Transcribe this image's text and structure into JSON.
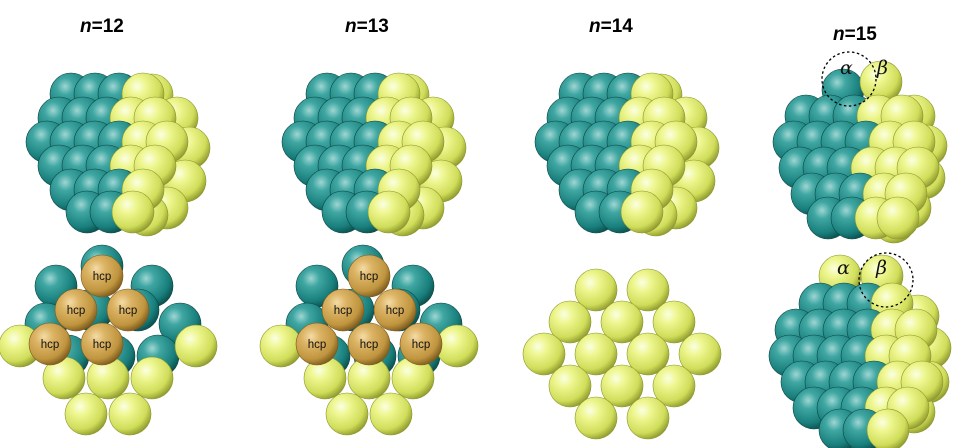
{
  "panels": [
    {
      "n_label": "n",
      "value_label": "=12"
    },
    {
      "n_label": "n",
      "value_label": "=13"
    },
    {
      "n_label": "n",
      "value_label": "=14"
    },
    {
      "n_label": "n",
      "value_label": "=15"
    }
  ],
  "site_label": "hcp",
  "alpha": "α",
  "beta": "β",
  "colors": {
    "teal": "#1f8f8c",
    "yellow": "#e3ef74",
    "hcp": "#c9a04a",
    "ring": "#000000"
  }
}
